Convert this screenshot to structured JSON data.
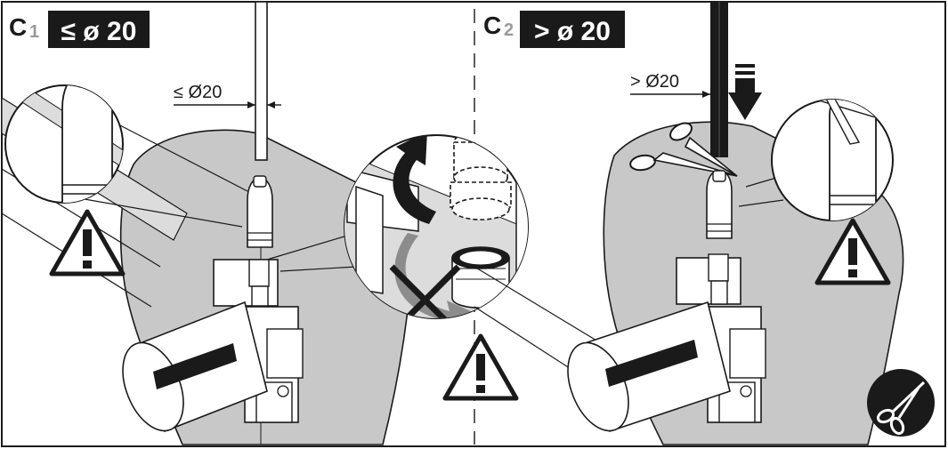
{
  "steps": [
    {
      "number": "C",
      "subscript": "1",
      "badge": "≤ ø 20",
      "dimension": "≤ Ø20"
    },
    {
      "number": "C",
      "subscript": "2",
      "badge": "> ø 20",
      "dimension": "> Ø20"
    }
  ],
  "colors": {
    "stroke": "#1a1a1a",
    "shade": "#c8c8c8",
    "shade_light": "#dcdcdc",
    "badge_bg": "#1a1a1a",
    "badge_text": "#ffffff",
    "arrow_grey": "#8c8c8c",
    "subscript_grey": "#9a9a9a"
  },
  "icons": [
    "warning-icon",
    "scissors-icon",
    "rotate-arrow-icon",
    "down-arrow-icon",
    "prohibited-cross-icon"
  ]
}
